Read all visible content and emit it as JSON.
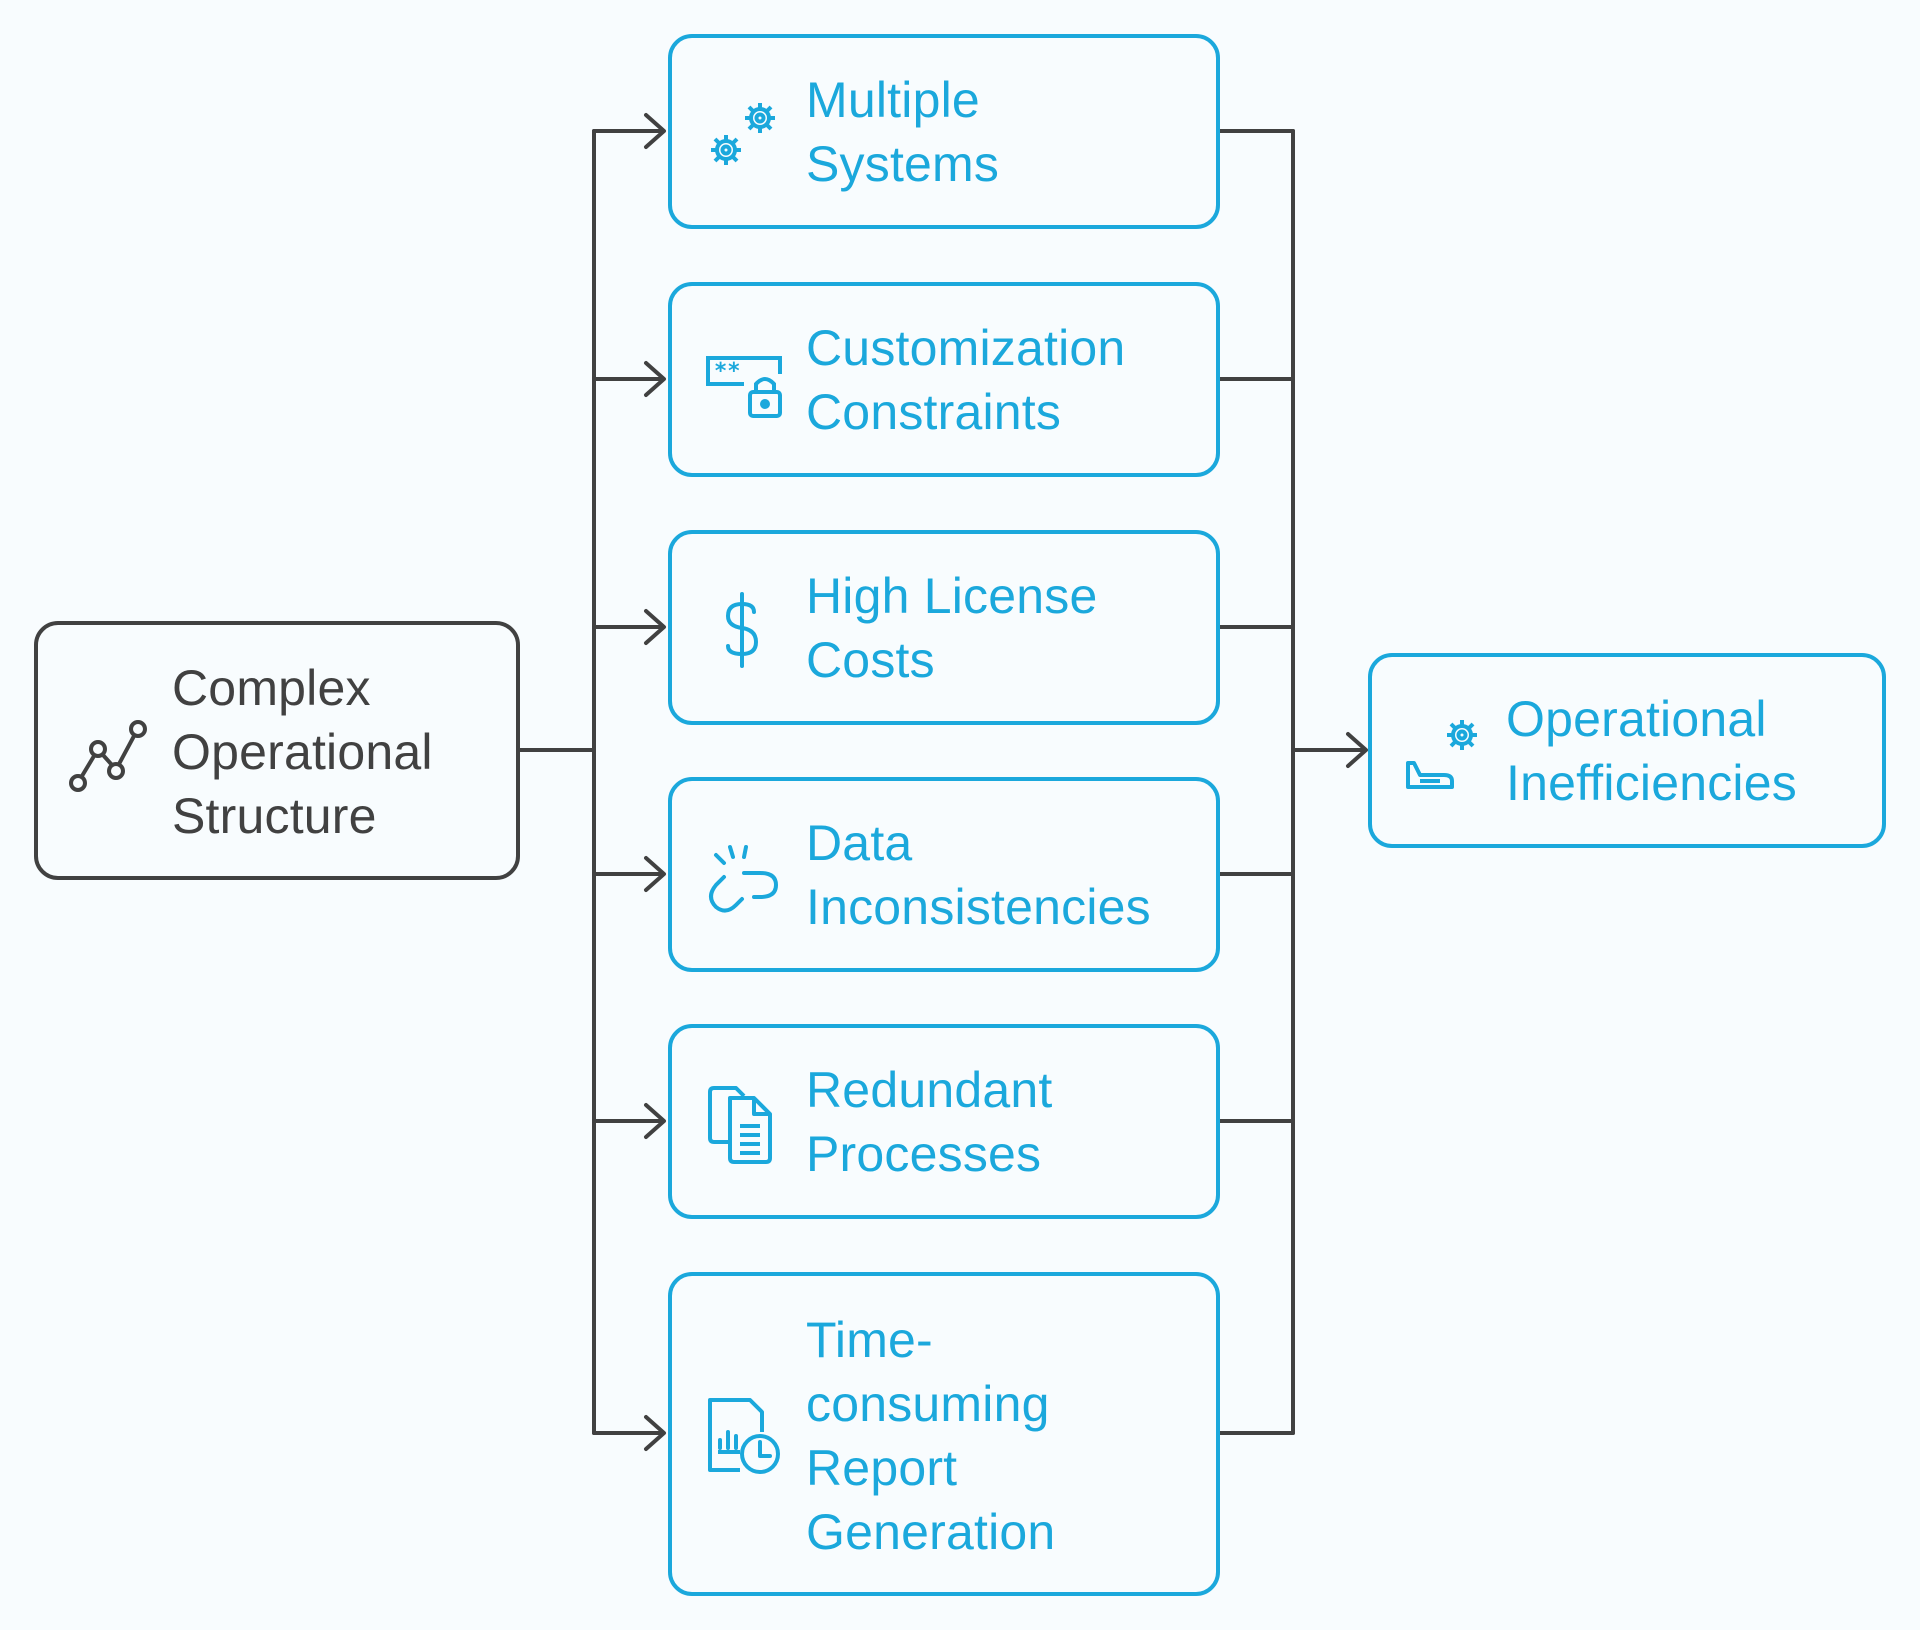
{
  "source": {
    "lines": [
      "Complex",
      "Operational",
      "Structure"
    ],
    "icon": "trend-line-icon"
  },
  "causes": [
    {
      "lines": [
        "Multiple",
        "Systems"
      ],
      "icon": "gears-icon"
    },
    {
      "lines": [
        "Customization",
        "Constraints"
      ],
      "icon": "password-lock-icon"
    },
    {
      "lines": [
        "High License",
        "Costs"
      ],
      "icon": "dollar-icon"
    },
    {
      "lines": [
        "Data",
        "Inconsistencies"
      ],
      "icon": "broken-link-icon"
    },
    {
      "lines": [
        "Redundant",
        "Processes"
      ],
      "icon": "duplicate-documents-icon"
    },
    {
      "lines": [
        "Time-",
        "consuming",
        "Report",
        "Generation"
      ],
      "icon": "report-clock-icon"
    }
  ],
  "result": {
    "lines": [
      "Operational",
      "Inefficiencies"
    ],
    "icon": "hand-gear-icon"
  },
  "colors": {
    "accent": "#1ba8dc",
    "neutral": "#414141",
    "background": "#f8fcfe"
  }
}
